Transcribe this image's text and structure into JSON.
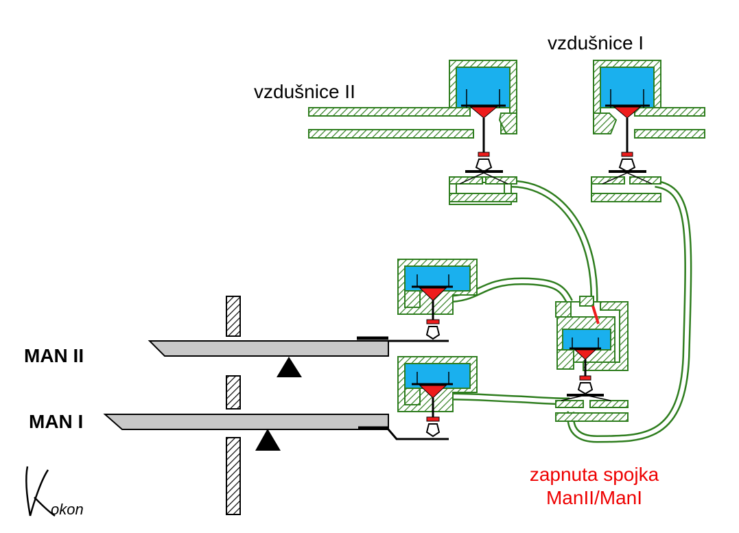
{
  "labels": {
    "wind_chest_2": "vzdušnice II",
    "wind_chest_1": "vzdušnice I",
    "manual_2": "MAN II",
    "manual_1": "MAN I",
    "coupler_line1": "zapnuta spojka",
    "coupler_line2": "ManII/ManI"
  },
  "signature": "Kokon",
  "colors": {
    "wall": "#2e7d1e",
    "air": "#1ab0ee",
    "valve": "#ee1c1c",
    "key": "#c8c8c8",
    "outline": "#000000",
    "label_red": "#ee0000"
  }
}
